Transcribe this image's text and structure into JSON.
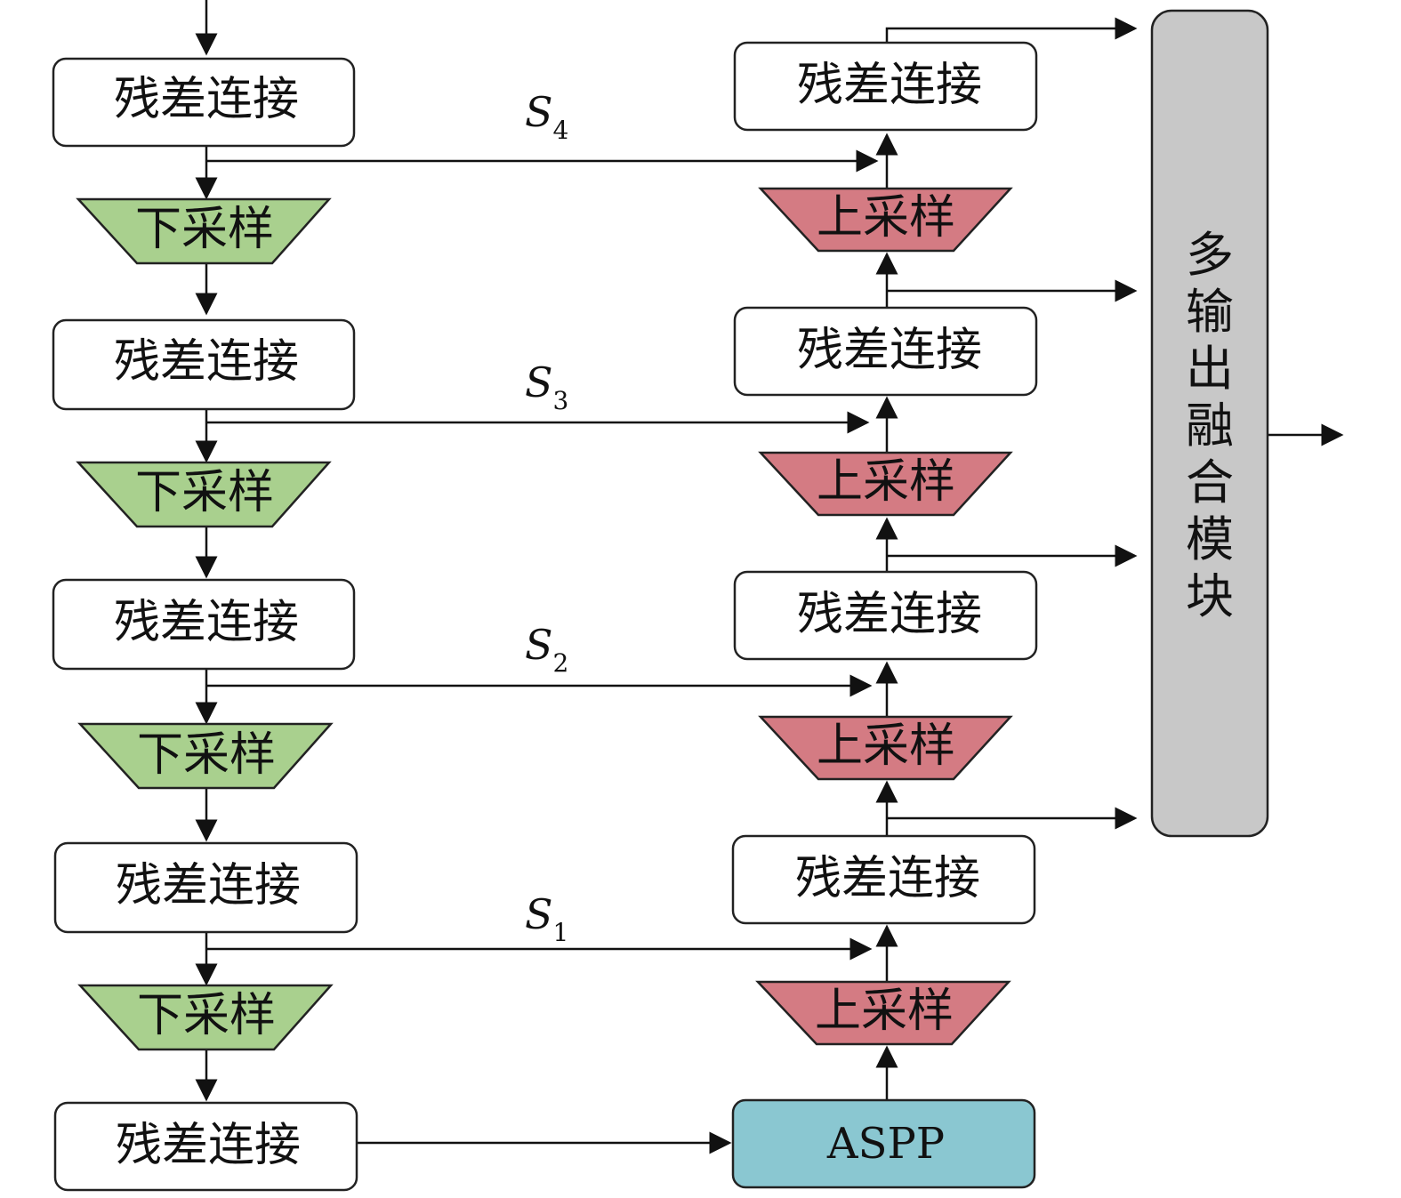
{
  "colors": {
    "downsample_fill": "#a9d08e",
    "upsample_fill": "#d47b83",
    "aspp_fill": "#8ac7d1",
    "fusion_fill": "#c8c8c8",
    "box_fill": "#ffffff",
    "stroke": "#222222"
  },
  "encoder": {
    "res_label": "残差连接",
    "down_label": "下采样"
  },
  "decoder": {
    "res_label": "残差连接",
    "up_label": "上采样",
    "aspp_label": "ASPP"
  },
  "skips": [
    {
      "main": "S",
      "sub": "4"
    },
    {
      "main": "S",
      "sub": "3"
    },
    {
      "main": "S",
      "sub": "2"
    },
    {
      "main": "S",
      "sub": "1"
    }
  ],
  "fusion": {
    "label_chars": [
      "多",
      "输",
      "出",
      "融",
      "合",
      "模",
      "块"
    ]
  }
}
